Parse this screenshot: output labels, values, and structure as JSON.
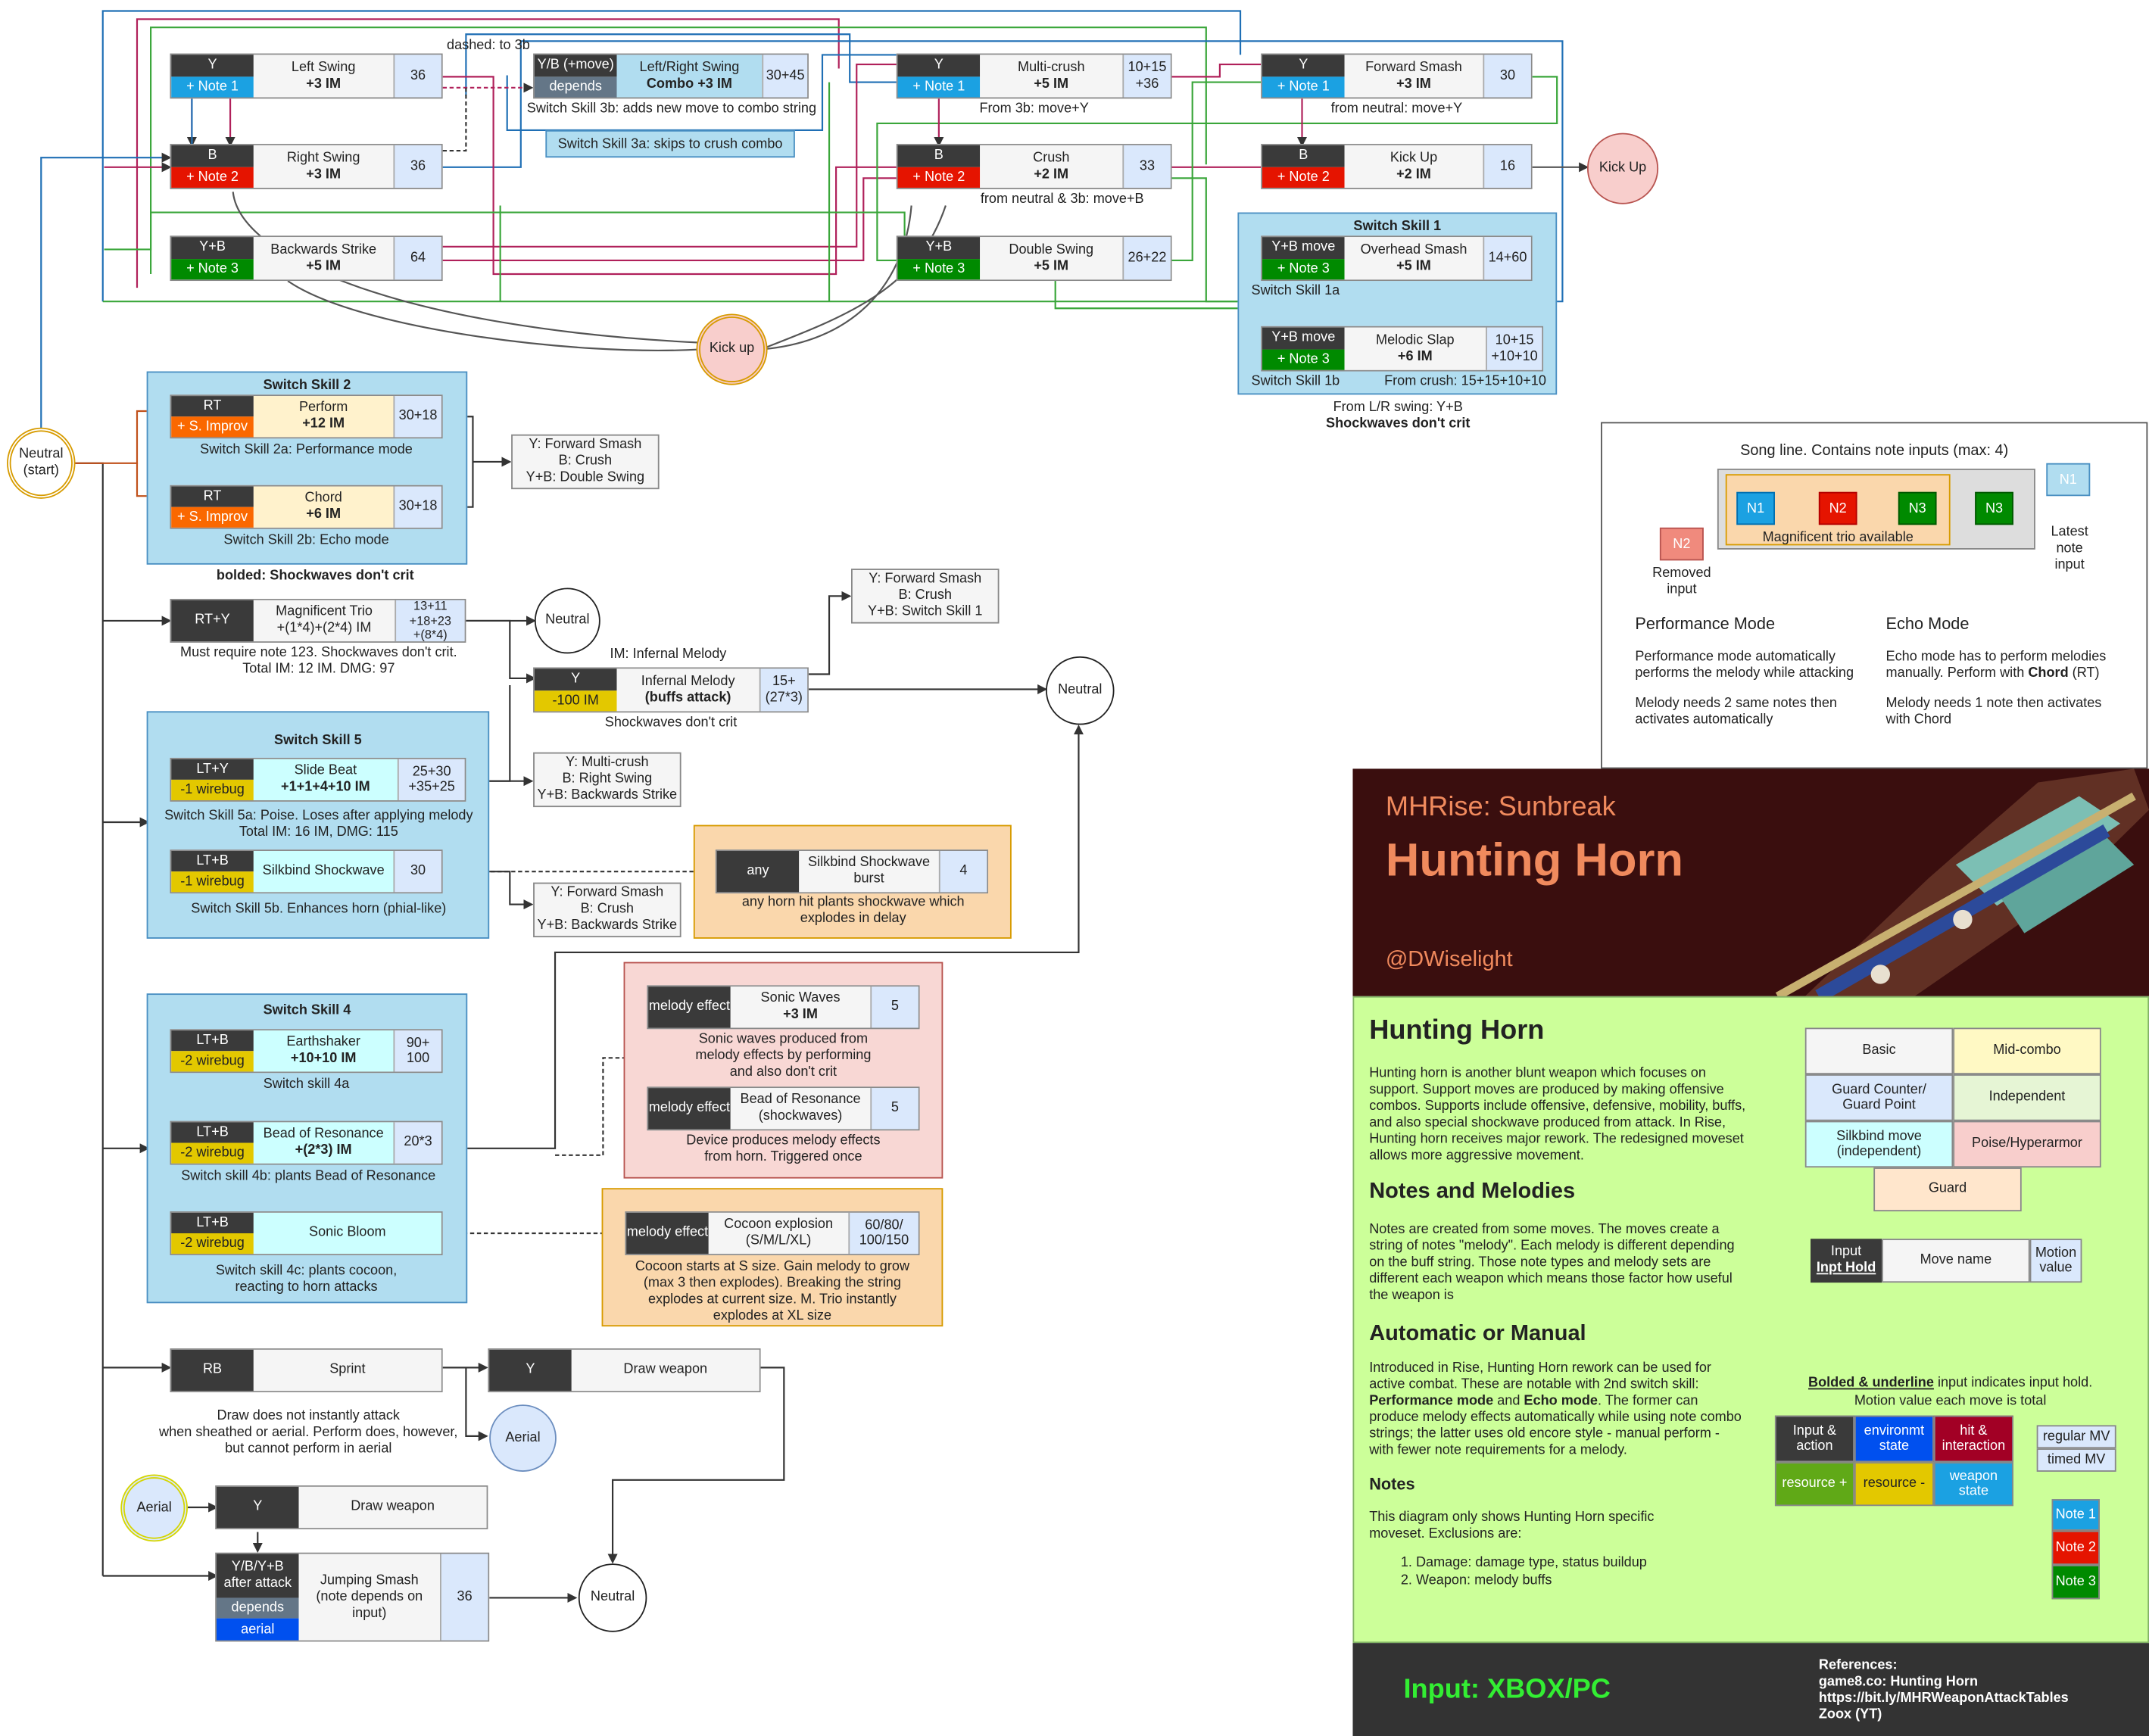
{
  "labels": {
    "dashed_note": "dashed: to 3b",
    "from_neutral_move_y": "from neutral: move+Y",
    "from_3b_move_y": "From 3b: move+Y",
    "from_neutral_3b_move_b": "from neutral & 3b: move+B",
    "ss1_caption_1": "From L/R swing: Y+B",
    "ss1_caption_2": "Shockwaves don't crit",
    "bolded_note": "bolded: Shockwaves don't crit",
    "ss3b_caption": "Switch Skill 3b: adds new move to combo string",
    "ss3a_caption": "Switch Skill 3a: skips to crush combo",
    "im_infernal": "IM: Infernal Melody",
    "mtrio_caption": "Must require note 123. Shockwaves don't crit.\nTotal IM: 12 IM. DMG: 97",
    "infernal_caption": "Shockwaves don't crit",
    "ss5a_caption": "Switch Skill 5a: Poise. Loses after applying melody\nTotal IM: 16 IM, DMG: 115",
    "ss5b_caption": "Switch Skill 5b. Enhances horn (phial-like)",
    "shock_burst_caption": "any horn hit plants shockwave which\nexplodes in delay",
    "ss4a_caption": "Switch skill 4a",
    "ss4b_caption": "Switch skill 4b: plants Bead of Resonance",
    "ss4c_caption": "Switch skill 4c: plants cocoon,\nreacting to horn attacks",
    "sonic_waves_caption": "Sonic waves produced from\nmelody effects by performing\nand also don't crit",
    "bead_caption": "Device produces melody effects\nfrom horn. Triggered once",
    "cocoon_caption": "Cocoon starts at S size. Gain melody to grow\n(max 3 then explodes). Breaking the string\nexplodes at current size. M. Trio instantly\nexplodes at XL size",
    "draw_caption": "Draw does not instantly attack\nwhen sheathed or aerial. Perform does, however,\nbut cannot perform in aerial",
    "ss1a_caption": "Switch Skill 1a",
    "ss1b_caption": "Switch Skill 1b",
    "ss1b_from": "From crush: 15+15+10+10",
    "ss2a_caption": "Switch Skill 2a: Performance mode",
    "ss2b_caption": "Switch Skill 2b: Echo mode"
  },
  "groups": {
    "ss1": "Switch Skill 1",
    "ss2": "Switch Skill 2",
    "ss5": "Switch Skill 5",
    "ss4": "Switch Skill 4"
  },
  "moves": {
    "left_swing": {
      "input": "Y",
      "note": "+ Note 1",
      "name": "Left Swing",
      "im": "+3 IM",
      "mv": "36"
    },
    "right_swing": {
      "input": "B",
      "note": "+ Note 2",
      "name": "Right Swing",
      "im": "+3 IM",
      "mv": "36"
    },
    "backwards_strike": {
      "input": "Y+B",
      "note": "+ Note 3",
      "name": "Backwards Strike",
      "im": "+5 IM",
      "mv": "64"
    },
    "lr_combo": {
      "input": "Y/B (+move)",
      "note": "depends",
      "name": "Left/Right Swing",
      "im": "Combo +3 IM",
      "mv": "30+45"
    },
    "multi_crush": {
      "input": "Y",
      "note": "+ Note 1",
      "name": "Multi-crush",
      "im": "+5 IM",
      "mv": "10+15\n+36"
    },
    "crush": {
      "input": "B",
      "note": "+ Note 2",
      "name": "Crush",
      "im": "+2 IM",
      "mv": "33"
    },
    "double_swing": {
      "input": "Y+B",
      "note": "+ Note 3",
      "name": "Double Swing",
      "im": "+5 IM",
      "mv": "26+22"
    },
    "forward_smash": {
      "input": "Y",
      "note": "+ Note 1",
      "name": "Forward Smash",
      "im": "+3 IM",
      "mv": "30"
    },
    "kick_up": {
      "input": "B",
      "note": "+ Note 2",
      "name": "Kick Up",
      "im": "+2 IM",
      "mv": "16"
    },
    "overhead_smash": {
      "input": "Y+B move",
      "note": "+ Note 3",
      "name": "Overhead Smash",
      "im": "+5 IM",
      "mv": "14+60"
    },
    "melodic_slap": {
      "input": "Y+B move",
      "note": "+ Note 3",
      "name": "Melodic Slap",
      "im": "+6 IM",
      "mv": "10+15\n+10+10"
    },
    "perform": {
      "input": "RT",
      "note": "+ S. Improv",
      "name": "Perform",
      "im": "+12 IM",
      "mv": "30+18"
    },
    "chord": {
      "input": "RT",
      "note": "+ S. Improv",
      "name": "Chord",
      "im": "+6 IM",
      "mv": "30+18"
    },
    "magnificent_trio": {
      "input": "RT+Y",
      "name": "Magnificent Trio",
      "im": "+(1*4)+(2*4) IM",
      "mv": "13+11\n+18+23\n+(8*4)"
    },
    "infernal_melody": {
      "input": "Y",
      "note": "-100 IM",
      "name": "Infernal Melody",
      "im": "(buffs attack)",
      "mv": "15+\n(27*3)"
    },
    "slide_beat": {
      "input": "LT+Y",
      "note": "-1 wirebug",
      "name": "Slide Beat",
      "im": "+1+1+4+10 IM",
      "mv": "25+30\n+35+25"
    },
    "silkbind_shockwave": {
      "input": "LT+B",
      "note": "-1 wirebug",
      "name": "Silkbind Shockwave",
      "mv": "30"
    },
    "shockwave_burst": {
      "input": "any",
      "name": "Silkbind Shockwave",
      "im": "burst",
      "mv": "4"
    },
    "earthshaker": {
      "input": "LT+B",
      "note": "-2 wirebug",
      "name": "Earthshaker",
      "im": "+10+10 IM",
      "mv": "90+\n100"
    },
    "bead_resonance": {
      "input": "LT+B",
      "note": "-2 wirebug",
      "name": "Bead of Resonance",
      "im": "+(2*3) IM",
      "mv": "20*3"
    },
    "sonic_bloom": {
      "input": "LT+B",
      "note": "-2 wirebug",
      "name": "Sonic Bloom"
    },
    "sonic_waves": {
      "input": "melody\neffect",
      "name": "Sonic Waves",
      "im": "+3 IM",
      "mv": "5"
    },
    "bead_shockwaves": {
      "input": "melody\neffect",
      "name": "Bead of Resonance",
      "im": "(shockwaves)",
      "mv": "5"
    },
    "cocoon": {
      "input": "melody\neffect",
      "name": "Cocoon explosion",
      "im": "(S/M/L/XL)",
      "mv": "60/80/\n100/150"
    },
    "sprint": {
      "input": "RB",
      "name": "Sprint"
    },
    "draw_weapon": {
      "input": "Y",
      "name": "Draw weapon"
    },
    "aerial_draw": {
      "input": "Y",
      "name": "Draw weapon"
    },
    "jumping_smash": {
      "input": "Y/B/Y+B\nafter attack",
      "note": "depends",
      "note2": "aerial",
      "name": "Jumping Smash",
      "im": "(note depends on input)",
      "mv": "36"
    }
  },
  "followups": {
    "f1": "Y: Forward Smash\nB: Crush\nY+B: Double Swing",
    "f2": "Y: Forward Smash\nB: Crush\nY+B: Switch Skill 1",
    "f3": "Y: Multi-crush\nB: Right Swing\nY+B: Backwards Strike",
    "f4": "Y: Forward Smash\nB: Crush\nY+B: Backwards Strike"
  },
  "circles": {
    "neutral_start": "Neutral\n(start)",
    "kick_up_a": "Kick Up",
    "kick_up_b": "Kick up",
    "neutral_1": "Neutral",
    "neutral_2": "Neutral",
    "neutral_3": "Neutral",
    "aerial_1": "Aerial",
    "aerial_2": "Aerial"
  },
  "song": {
    "title": "Song line. Contains note inputs (max: 4)",
    "notes": [
      "N1",
      "N2",
      "N3",
      "N3"
    ],
    "magnificent": "Magnificent trio available",
    "removed_note": "N2",
    "removed_label": "Removed\ninput",
    "latest_note": "N1",
    "latest_label": "Latest\nnote\ninput",
    "perf_title": "Performance Mode",
    "perf_1": "Performance mode automatically performs the melody while attacking",
    "perf_2": "Melody needs 2 same notes then activates automatically",
    "echo_title": "Echo Mode",
    "echo_1a": "Echo mode has to perform melodies manually. Perform with ",
    "echo_1b": "Chord",
    "echo_1c": " (RT)",
    "echo_2": "Melody needs 1 note then activates with Chord"
  },
  "banner": {
    "game": "MHRise: Sunbreak",
    "weapon": "Hunting Horn",
    "author": "@DWiselight"
  },
  "info": {
    "h1": "Hunting Horn",
    "p1": "Hunting horn is another blunt weapon which focuses on support. Support moves are produced by making offensive combos. Supports include offensive, defensive, mobility, buffs, and also special shockwave produced from attack. In Rise, Hunting horn receives major rework. The redesigned moveset allows more aggressive movement.",
    "h2": "Notes and Melodies",
    "p2": "Notes are created from some moves. The moves create a string of notes \"melody\". Each melody is different depending on the buff string. Those note types and melody sets are different each weapon which means those factor how useful the weapon is",
    "h3": "Automatic or Manual",
    "p3a": "Introduced in Rise, Hunting Horn rework can be used for active combat. These are notable with 2nd switch skill: ",
    "p3b": "Performance mode",
    "p3c": " and ",
    "p3d": "Echo mode",
    "p3e": ". The former can produce melody effects automatically while using note combo strings; the latter uses old encore style - manual perform - with fewer note requirements for a melody.",
    "h4": "Notes",
    "p4": "This diagram only shows Hunting Horn specific moveset. Exclusions are:",
    "list": [
      "Damage: damage type, status buildup",
      "Weapon: melody buffs"
    ]
  },
  "legend": {
    "basic": "Basic",
    "mid_combo": "Mid-combo",
    "guard_counter": "Guard Counter/\nGuard Point",
    "independent": "Independent",
    "silkbind": "Silkbind move\n(independent)",
    "poise": "Poise/Hyperarmor",
    "guard": "Guard",
    "input": "Input",
    "input_hold": "Inpt Hold",
    "move_name": "Move name",
    "motion_value": "Motion\nvalue",
    "bold_note_a": "Bolded  & underline",
    "bold_note_b": " input indicates input hold.",
    "mv_note": "Motion value each move is total",
    "input_action": "Input &\naction",
    "environment": "environmt\nstate",
    "hit_interaction": "hit &\ninteraction",
    "resource_plus": "resource +",
    "resource_minus": "resource -",
    "weapon_state": "weapon\nstate",
    "regular_mv": "regular MV",
    "timed_mv": "timed MV",
    "note1": "Note 1",
    "note2": "Note 2",
    "note3": "Note 3"
  },
  "footer": {
    "input": "Input: XBOX/PC",
    "refs_title": "References:",
    "refs": [
      "game8.co: Hunting Horn",
      "https://bit.ly/MHRWeaponAttackTables",
      "Zoox (YT)"
    ]
  },
  "colors": {
    "note1": "#1ba1e2",
    "note2": "#e51400",
    "note3": "#008a00",
    "group_bg": "#b1ddf0",
    "banner_bg": "#3a0e0e",
    "info_bg": "#ccff99",
    "footer_bg": "#333333",
    "accent_orange": "#f08a5d",
    "accent_green": "#33ee33"
  }
}
